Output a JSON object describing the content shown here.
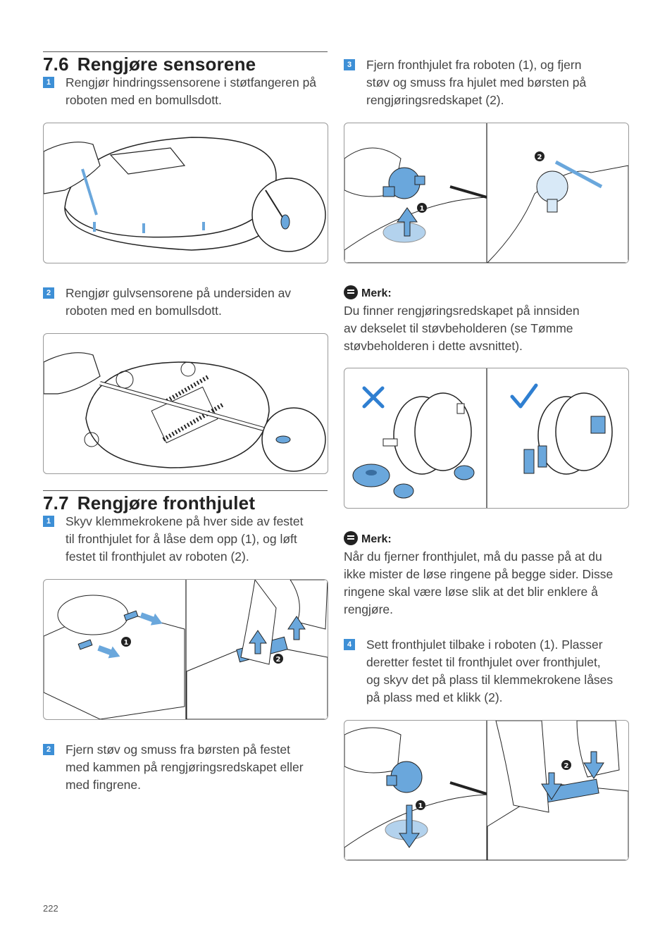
{
  "section_76": {
    "number": "7.6",
    "title": "Rengjøre sensorene",
    "step1": {
      "badge": "1",
      "text_l1": "Rengjør hindringssensorene i støtfangeren på",
      "text_l2": "roboten med en bomullsdott."
    },
    "step2": {
      "badge": "2",
      "text_l1": "Rengjør gulvsensorene på undersiden av",
      "text_l2": "roboten med en bomullsdott."
    }
  },
  "section_77": {
    "number": "7.7",
    "title": "Rengjøre fronthjulet",
    "step1": {
      "badge": "1",
      "text_l1": "Skyv klemmekrokene på hver side av festet",
      "text_l2": "til fronthjulet for å låse dem opp (1), og løft",
      "text_l3": "festet til fronthjulet av roboten (2)."
    },
    "step2": {
      "badge": "2",
      "text_l1": "Fjern støv og smuss fra børsten på festet",
      "text_l2": "med kammen på rengjøringsredskapet eller",
      "text_l3": "med fingrene."
    },
    "step3": {
      "badge": "3",
      "text_l1": "Fjern fronthjulet fra roboten (1), og fjern",
      "text_l2": "støv og smuss fra hjulet med børsten på",
      "text_l3": "rengjøringsredskapet (2)."
    },
    "note1": {
      "label": "Merk:",
      "l1": "Du finner rengjøringsredskapet på innsiden",
      "l2": "av dekselet til støvbeholderen (se Tømme",
      "l3": "støvbeholderen i dette avsnittet)."
    },
    "note2": {
      "label": "Merk:",
      "l1": "Når du fjerner fronthjulet, må du passe på at du",
      "l2": "ikke mister de løse ringene på begge sider. Disse",
      "l3": "ringene skal være løse slik at det blir enklere å",
      "l4": "rengjøre."
    },
    "step4": {
      "badge": "4",
      "text_l1": "Sett fronthjulet tilbake i roboten (1). Plasser",
      "text_l2": "deretter festet til fronthjulet over fronthjulet,",
      "text_l3": "og skyv det på plass til klemmekrokene låses",
      "text_l4": "på plass med et klikk (2)."
    }
  },
  "figure_markers": {
    "one": "1",
    "two": "2"
  },
  "colors": {
    "accent": "#3d8fd6",
    "part_blue": "#6aa7dc",
    "wrong": "#2f7fd1",
    "right": "#2f7fd1"
  },
  "page_number": "222"
}
